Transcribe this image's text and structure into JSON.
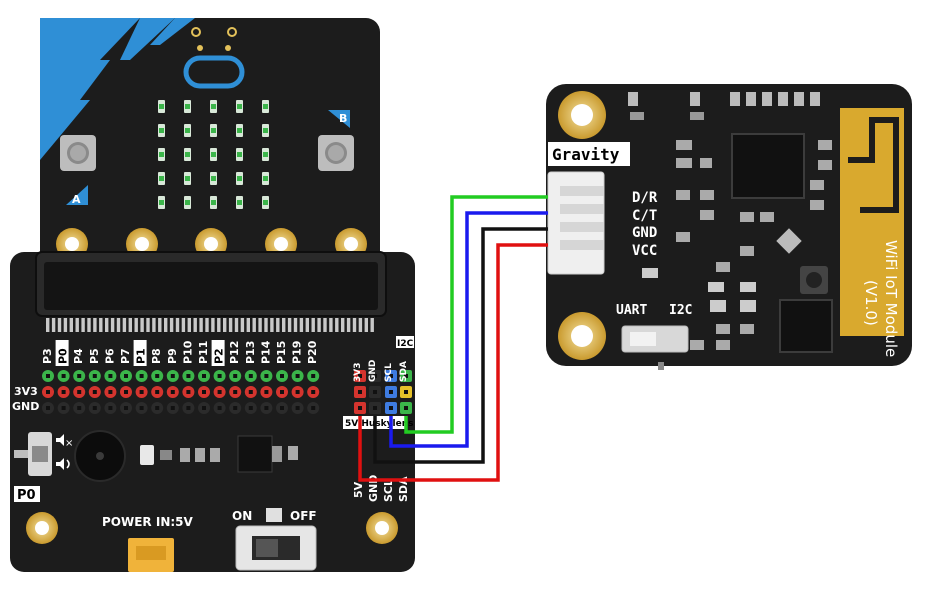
{
  "microbit": {
    "button_a": "A",
    "button_b": "B"
  },
  "expansion_board": {
    "pin_labels": [
      "P3",
      "P0",
      "P4",
      "P5",
      "P6",
      "P7",
      "P1",
      "P8",
      "P9",
      "P10",
      "P11",
      "P2",
      "P12",
      "P13",
      "P14",
      "P15",
      "P19",
      "P20"
    ],
    "highlighted_pins": [
      "P0",
      "P1",
      "P2"
    ],
    "row_labels": [
      "3V3",
      "GND"
    ],
    "header_labels": [
      "3V3",
      "GND",
      "SCL",
      "SDA"
    ],
    "i2c_label": "I2C",
    "huskylens_label": "5V Huskylens",
    "bottom_pin_labels": [
      "5V",
      "GND",
      "SCL",
      "SDA"
    ],
    "p0_label": "P0",
    "power_label": "POWER IN:5V",
    "on_label": "ON",
    "off_label": "OFF"
  },
  "wifi_module": {
    "gravity_label": "Gravity",
    "pins": [
      "D/R",
      "C/T",
      "GND",
      "VCC"
    ],
    "uart_label": "UART",
    "i2c_label": "I2C",
    "title": "WiFi IoT Module",
    "version": "(V1.0)"
  },
  "wire_colors": {
    "sda": "#22cc22",
    "scl": "#1a1aee",
    "gnd": "#111111",
    "vcc": "#e01010"
  },
  "colors": {
    "pcb": "#1c1c1c",
    "microbit_blue": "#2f8fd6",
    "gold": "#e3c15a",
    "pin_green": "#3bb54a",
    "pin_red": "#d4342e",
    "pin_blue": "#3e7be0",
    "pin_yellow": "#e6c229"
  }
}
